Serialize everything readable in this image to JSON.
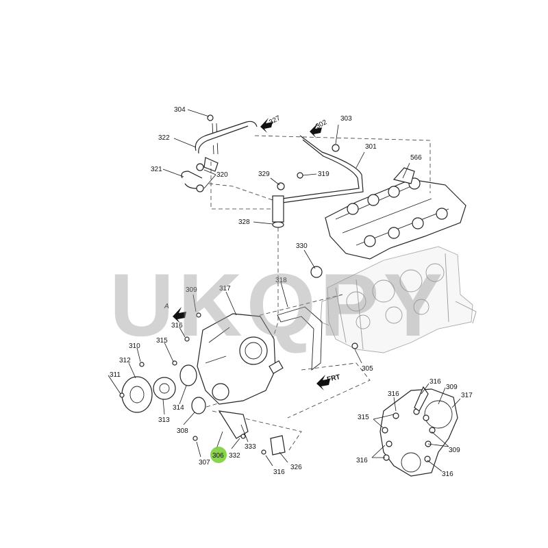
{
  "watermark": "UKQPY",
  "colors": {
    "highlight": "#7dcf3c",
    "line": "#222222",
    "ghost": "#999999"
  },
  "view_labels": {
    "front": "FRT",
    "view_a": "A"
  },
  "callouts": [
    {
      "id": "c304",
      "text": "304"
    },
    {
      "id": "c327",
      "text": "327"
    },
    {
      "id": "c302",
      "text": "302"
    },
    {
      "id": "c303",
      "text": "303"
    },
    {
      "id": "c322",
      "text": "322"
    },
    {
      "id": "c301",
      "text": "301"
    },
    {
      "id": "c566",
      "text": "566"
    },
    {
      "id": "c321",
      "text": "321"
    },
    {
      "id": "c320",
      "text": "320"
    },
    {
      "id": "c329",
      "text": "329"
    },
    {
      "id": "c319",
      "text": "319"
    },
    {
      "id": "c328",
      "text": "328"
    },
    {
      "id": "c330",
      "text": "330"
    },
    {
      "id": "c309a",
      "text": "309"
    },
    {
      "id": "c317a",
      "text": "317"
    },
    {
      "id": "c318",
      "text": "318"
    },
    {
      "id": "c316a",
      "text": "316"
    },
    {
      "id": "c315a",
      "text": "315"
    },
    {
      "id": "c310",
      "text": "310"
    },
    {
      "id": "c312",
      "text": "312"
    },
    {
      "id": "c311",
      "text": "311"
    },
    {
      "id": "c313",
      "text": "313"
    },
    {
      "id": "c314",
      "text": "314"
    },
    {
      "id": "c308",
      "text": "308"
    },
    {
      "id": "c305",
      "text": "305"
    },
    {
      "id": "c307",
      "text": "307"
    },
    {
      "id": "c306",
      "text": "306"
    },
    {
      "id": "c332",
      "text": "332"
    },
    {
      "id": "c333",
      "text": "333"
    },
    {
      "id": "c316b",
      "text": "316"
    },
    {
      "id": "c326",
      "text": "326"
    },
    {
      "id": "c316c",
      "text": "316"
    },
    {
      "id": "c316d",
      "text": "316"
    },
    {
      "id": "c309b",
      "text": "309"
    },
    {
      "id": "c317b",
      "text": "317"
    },
    {
      "id": "c315b",
      "text": "315"
    },
    {
      "id": "c309c",
      "text": "309"
    },
    {
      "id": "c316e",
      "text": "316"
    },
    {
      "id": "c316f",
      "text": "316"
    }
  ]
}
